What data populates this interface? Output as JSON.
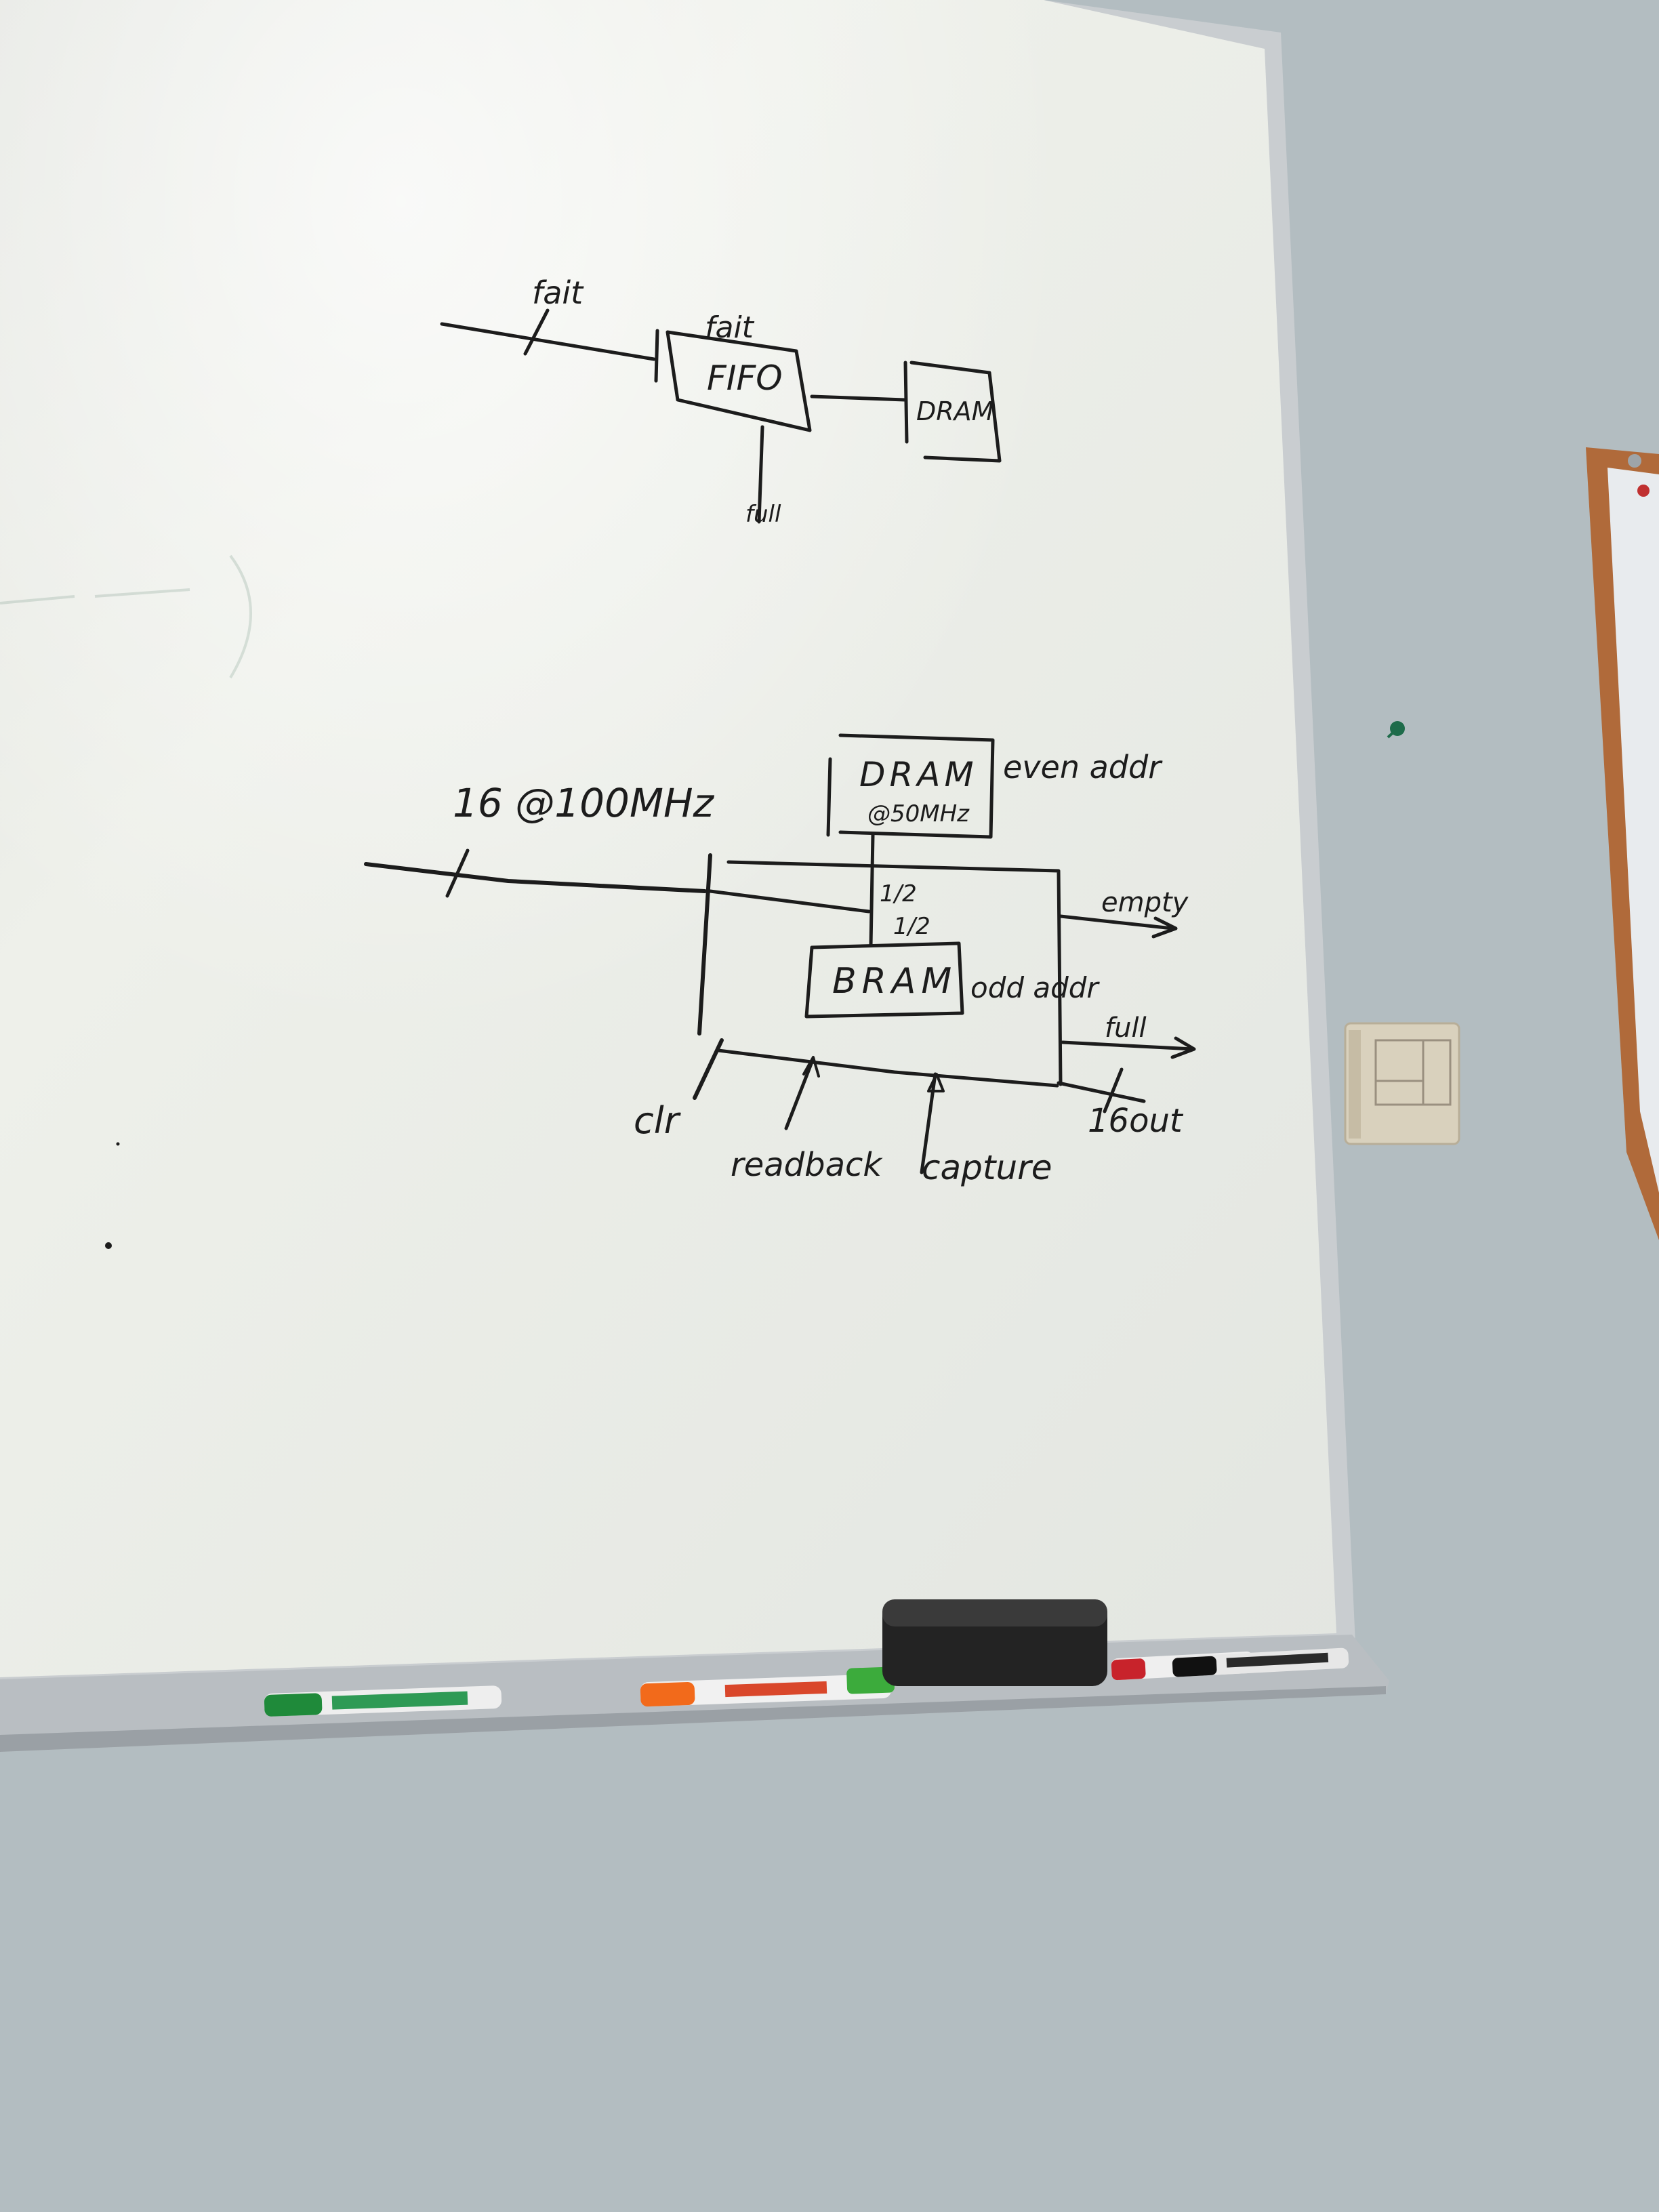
{
  "scene": {
    "subject": "whiteboard",
    "colors": {
      "wall": "#b3bdc1",
      "board": "#e9ebe6",
      "ink": "#1c1c1c",
      "frame": "#c9cdd0",
      "corkboard_frame": "#b06a3a"
    }
  },
  "diagram_top": {
    "input_label": "fait",
    "fifo_top_label": "fait",
    "fifo_label": "FIFO",
    "dram_label": "DRAM",
    "output_label": "full"
  },
  "diagram_bottom": {
    "input_label": "16 @100MHz",
    "dram_label": "DRAM",
    "dram_clock": "@50MHz",
    "dram_side_label": "even addr",
    "bram_label": "BRAM",
    "bram_side_label": "odd addr",
    "ratio_upper": "1/2",
    "ratio_lower": "1/2",
    "output_empty": "empty",
    "output_full": "full",
    "output_bus": "16out",
    "control_clr": "clr",
    "control_readback": "readback",
    "control_capture": "capture"
  },
  "tray_items": [
    {
      "type": "marker",
      "color": "#1f8a3a"
    },
    {
      "type": "marker",
      "color": "#f26a1b"
    },
    {
      "type": "eraser",
      "color": "#222222"
    },
    {
      "type": "marker",
      "color": "#c8232b"
    },
    {
      "type": "marker",
      "color": "#111111"
    }
  ]
}
